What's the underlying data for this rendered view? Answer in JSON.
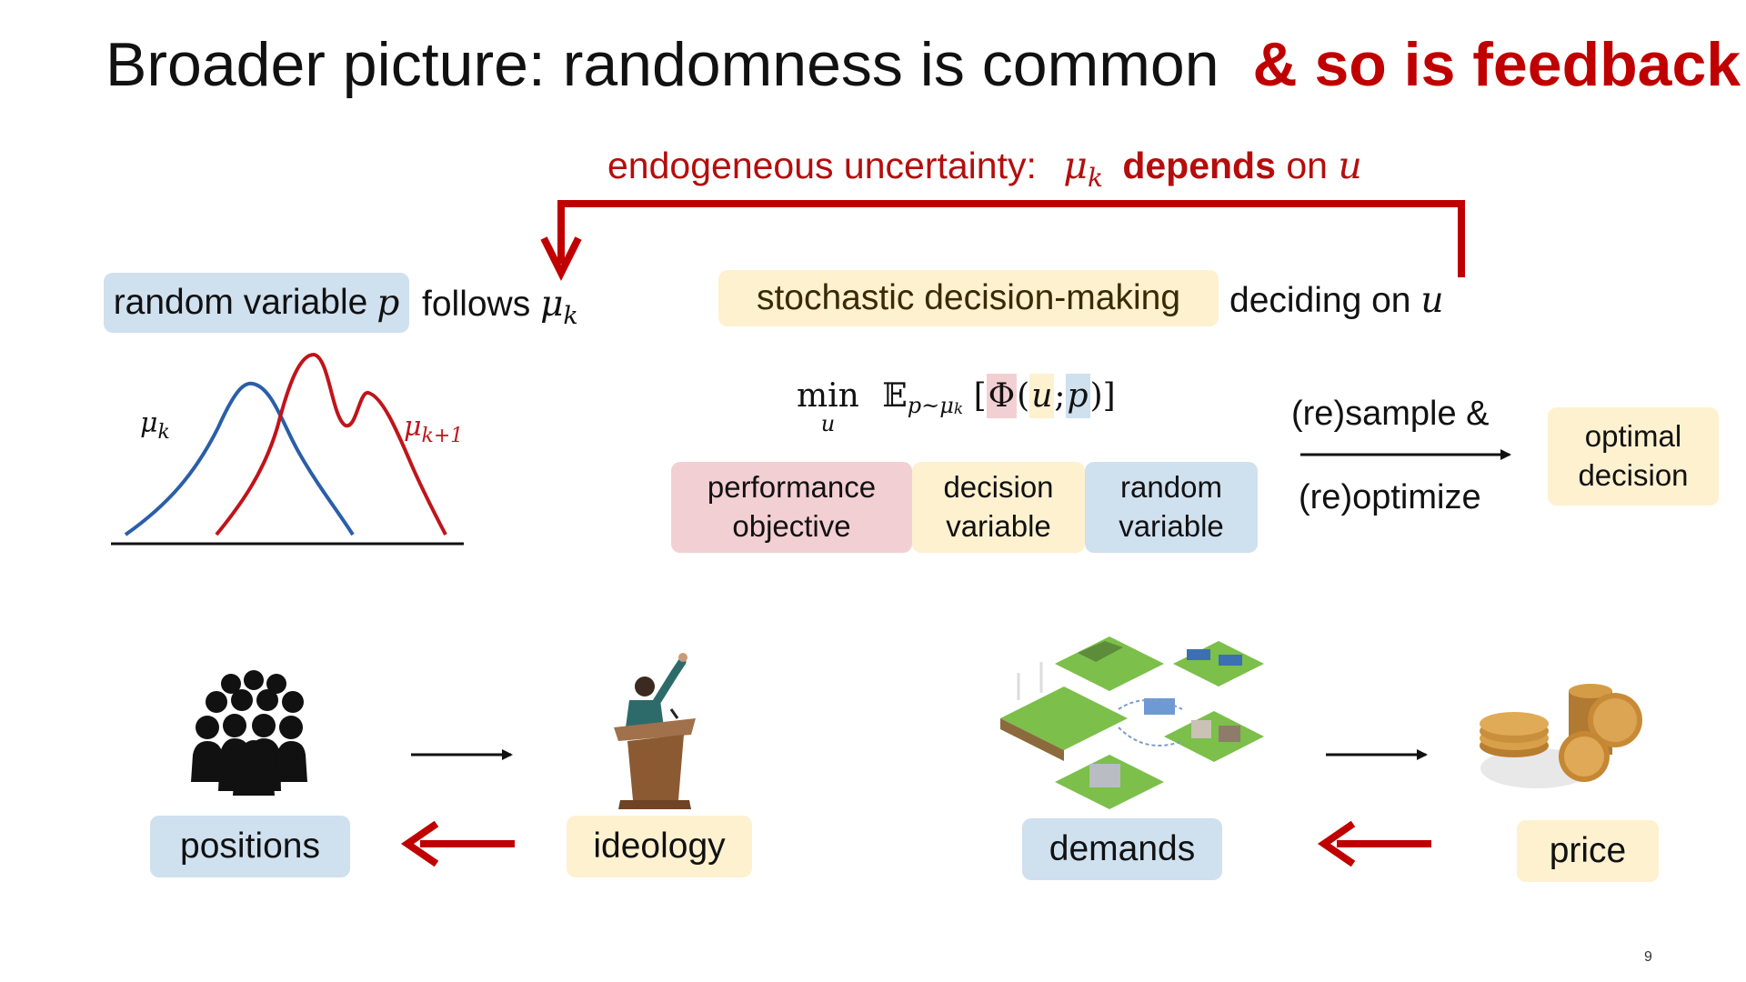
{
  "slide": {
    "title_black": "Broader picture: randomness is common",
    "title_red": "& so is feedback",
    "page_number": "9"
  },
  "feedback": {
    "prefix": "endogeneous uncertainty:",
    "mu_k": "μ",
    "mu_sub": "k",
    "depends": "depends",
    "on": "on",
    "u": "u"
  },
  "left_panel": {
    "random_variable_label": "random variable",
    "p": "p",
    "follows": "follows",
    "mu": "μ",
    "mu_sub": "k",
    "curve_labels": [
      {
        "base": "μ",
        "sub": "k"
      },
      {
        "base": "μ",
        "sub": "k+1"
      }
    ]
  },
  "right_panel": {
    "stochastic_label": "stochastic decision-making",
    "deciding_on": "deciding on",
    "u": "u",
    "formula": {
      "min": "min",
      "under": "u",
      "expect": "𝔼",
      "expect_sub": "p~μ",
      "expect_sub2": "k",
      "bracket_open": "[",
      "phi": "Φ",
      "paren_open": "(",
      "u": "u",
      "semi": ";",
      "p": "p",
      "paren_close": ")]"
    },
    "legend": [
      {
        "line1": "performance",
        "line2": "objective"
      },
      {
        "line1": "decision",
        "line2": "variable"
      },
      {
        "line1": "random",
        "line2": "variable"
      }
    ],
    "arrow_top": "(re)sample &",
    "arrow_bottom": "(re)optimize",
    "optimal_line1": "optimal",
    "optimal_line2": "decision"
  },
  "bottom": {
    "positions": "positions",
    "ideology": "ideology",
    "demands": "demands",
    "price": "price"
  },
  "colors": {
    "accent_red": "#c00000",
    "blue_box": "#cfe0ef",
    "yellow_box": "#fdf1cf",
    "pink_box": "#f2cfd3",
    "curve_blue": "#2a5ea8",
    "curve_red": "#c0141a"
  }
}
